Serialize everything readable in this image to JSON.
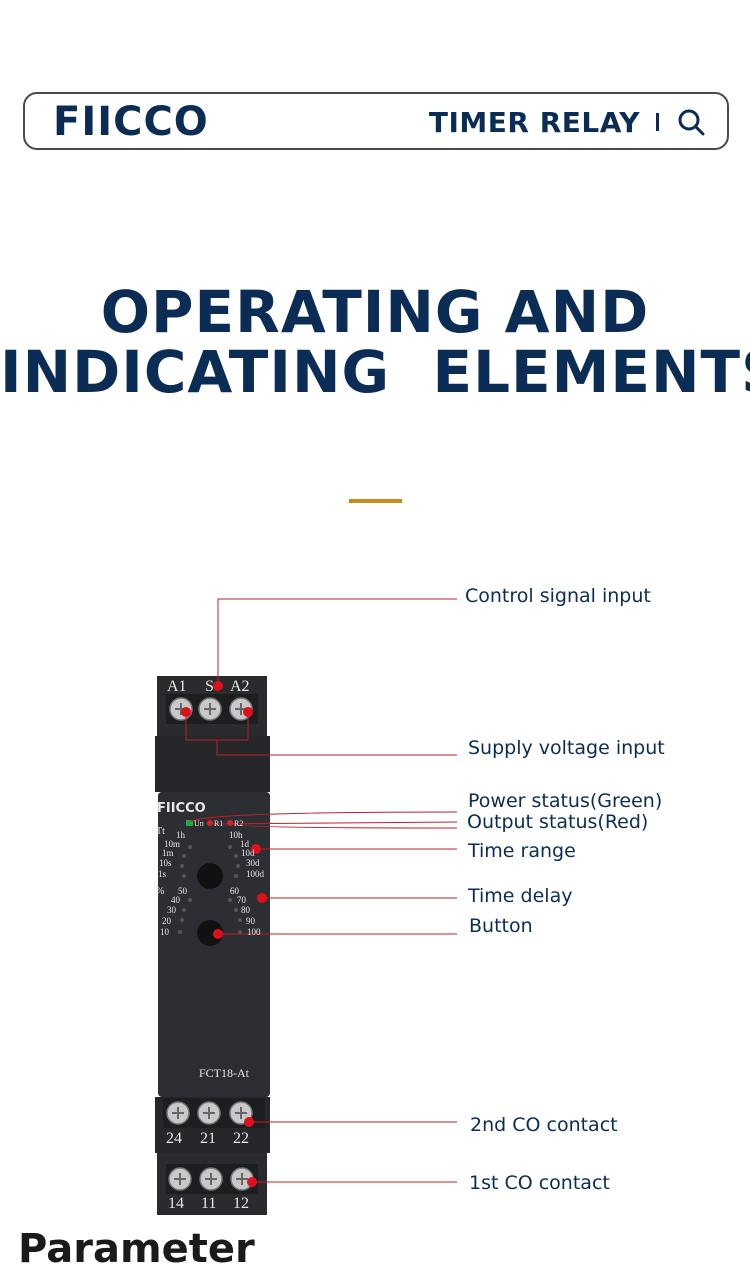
{
  "header": {
    "logo_text": "FIICCO",
    "title": "TIMER RELAY",
    "search_icon": "search-icon"
  },
  "headline": {
    "line1": "OPERATING AND",
    "line2": "INDICATING  ELEMENTS"
  },
  "colors": {
    "navy": "#0b2d55",
    "accent": "#c88a1a",
    "callout_line": "#c0202a",
    "device_body": "#2c2e33"
  },
  "device": {
    "brand": "FIICCO",
    "model": "FCT18-At",
    "top_terminals": [
      "A1",
      "S",
      "A2"
    ],
    "led_labels": [
      "Un",
      "R1",
      "R2"
    ],
    "range_label": "Tt",
    "range_left": [
      "1h",
      "10m",
      "1m",
      "10s",
      "1s"
    ],
    "range_right": [
      "10h",
      "1d",
      "10d",
      "30d",
      "100d"
    ],
    "delay_label": "%",
    "delay_left": [
      "50",
      "40",
      "30",
      "20",
      "10"
    ],
    "delay_right": [
      "60",
      "70",
      "80",
      "90",
      "100"
    ],
    "mid_terminals": [
      "24",
      "21",
      "22"
    ],
    "bottom_terminals": [
      "14",
      "11",
      "12"
    ]
  },
  "callouts": {
    "control_signal": "Control signal input",
    "supply_voltage": "Supply voltage input",
    "power_status": "Power status(Green)",
    "output_status": "Output status(Red)",
    "time_range": "Time range",
    "time_delay": "Time delay",
    "button": "Button",
    "co2": "2nd CO contact",
    "co1": "1st CO contact"
  },
  "section": {
    "title": "Parameter"
  }
}
